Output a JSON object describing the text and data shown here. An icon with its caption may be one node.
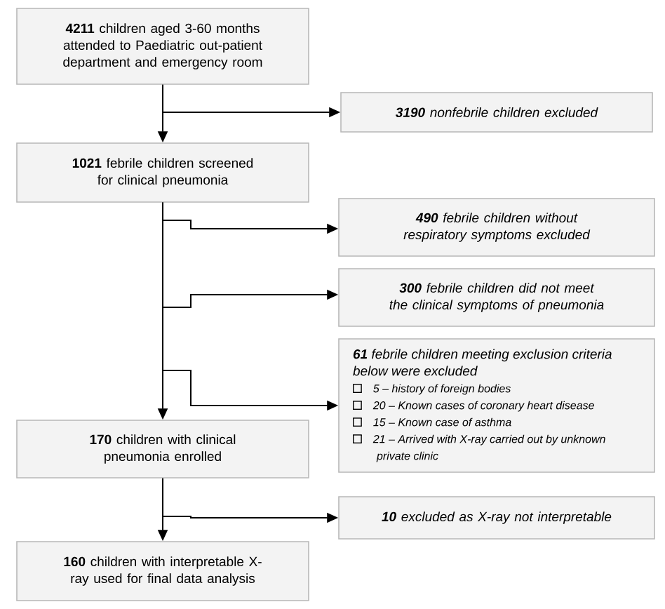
{
  "diagram": {
    "nodes": [
      {
        "text": [
          "**4211** children aged 3-60 months attended to  Paediatric out-patient department and emergency room"
        ]
      },
      {
        "text": [
          "**3190** nonfebrile children excluded"
        ]
      },
      {
        "text": [
          "**1021** febrile children screened for clinical pneumonia"
        ]
      },
      {
        "text": [
          "**490** febrile children without respiratory symptoms excluded"
        ]
      },
      {
        "text": [
          "**300** febrile children did not meet the clinical symptoms of pneumonia"
        ]
      },
      {
        "text": [
          "**61** febrile children meeting exclusion criteria below were excluded",
          "5 – history of foreign bodies",
          "20 – Known cases of coronary heart disease",
          "15 – Known case of asthma",
          "21 – Arrived with X-ray carried out by unknown private clinic"
        ]
      },
      {
        "text": [
          "**170** children with clinical pneumonia enrolled"
        ]
      },
      {
        "text": [
          "**10** excluded as X-ray not interpretable"
        ]
      },
      {
        "text": [
          "**160** children with interpretable X-ray used for final data analysis"
        ]
      }
    ],
    "edges": [
      {
        "from": 0,
        "to": 2,
        "arrow": "to"
      },
      {
        "from": 0,
        "to": 1,
        "arrow": "to"
      },
      {
        "from": 2,
        "to": 6,
        "arrow": "to"
      },
      {
        "from": 2,
        "to": 3,
        "arrow": "to"
      },
      {
        "from": 2,
        "to": 4,
        "arrow": "to"
      },
      {
        "from": 2,
        "to": 5,
        "arrow": "to"
      },
      {
        "from": 6,
        "to": 8,
        "arrow": "to"
      },
      {
        "from": 6,
        "to": 7,
        "arrow": "to"
      }
    ]
  }
}
